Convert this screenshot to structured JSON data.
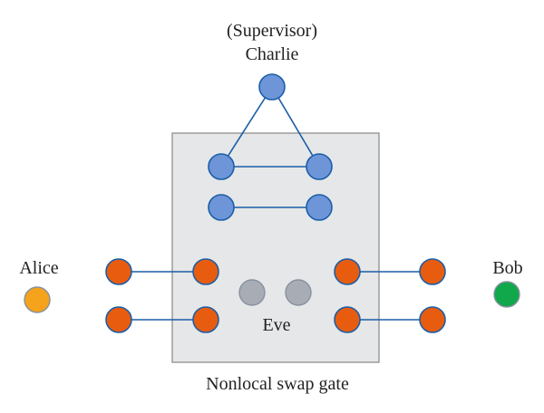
{
  "labels": {
    "supervisor": "(Supervisor)",
    "charlie": "Charlie",
    "alice": "Alice",
    "bob": "Bob",
    "eve": "Eve",
    "gate": "Nonlocal swap gate"
  },
  "colors": {
    "charlie_node": "#6e95d8",
    "party_node": "#e85c10",
    "eve_node": "#a8adb5",
    "alice_node": "#f5a21c",
    "bob_node": "#10a84a",
    "edge": "#1a5ea8",
    "gate_fill": "#e6e7e8",
    "gate_stroke": "#9c9c9c"
  }
}
